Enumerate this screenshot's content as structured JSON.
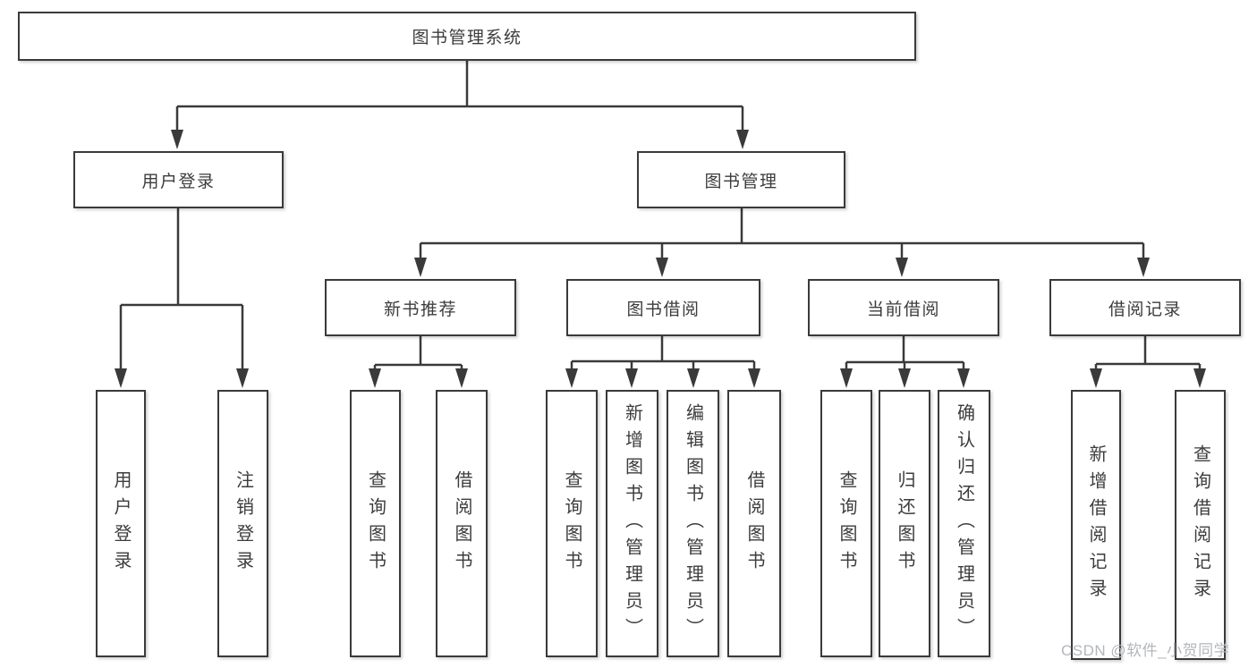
{
  "watermark": "CSDN @软件_小贺同学",
  "colors": {
    "line": "#3a3a3a",
    "box_border": "#3a3a3a",
    "text": "#3c3c3c",
    "watermark": "#b3b7bc",
    "background": "#ffffff"
  },
  "tree": {
    "root": "图书管理系统",
    "children": [
      {
        "label": "用户登录",
        "children": [
          {
            "label": "用户登录"
          },
          {
            "label": "注销登录"
          }
        ]
      },
      {
        "label": "图书管理",
        "children": [
          {
            "label": "新书推荐",
            "children": [
              {
                "label": "查询图书"
              },
              {
                "label": "借阅图书"
              }
            ]
          },
          {
            "label": "图书借阅",
            "children": [
              {
                "label": "查询图书"
              },
              {
                "label": "新增图书（管理员）"
              },
              {
                "label": "编辑图书（管理员）"
              },
              {
                "label": "借阅图书"
              }
            ]
          },
          {
            "label": "当前借阅",
            "children": [
              {
                "label": "查询图书"
              },
              {
                "label": "归还图书"
              },
              {
                "label": "确认归还（管理员）"
              }
            ]
          },
          {
            "label": "借阅记录",
            "children": [
              {
                "label": "新增借阅记录"
              },
              {
                "label": "查询借阅记录"
              }
            ]
          }
        ]
      }
    ]
  }
}
